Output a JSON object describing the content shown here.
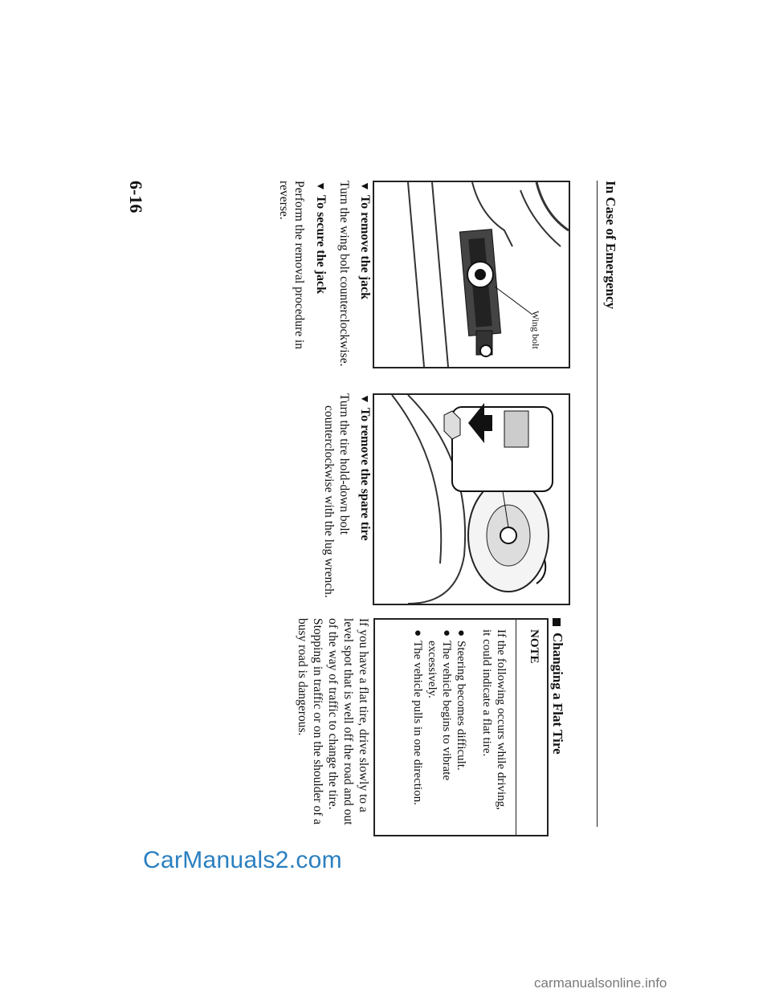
{
  "header": {
    "title": "In Case of Emergency"
  },
  "page_number": "6-16",
  "figures": {
    "jack": {
      "callout_label": "Wing bolt"
    },
    "spare_tire": {}
  },
  "sections": {
    "remove_jack": {
      "heading": "To remove the jack",
      "body": "Turn the wing bolt counterclockwise."
    },
    "secure_jack": {
      "heading": "To secure the jack",
      "body_line1": "Perform the removal procedure in",
      "body_line2": "reverse."
    },
    "remove_spare": {
      "heading": "To remove the spare tire",
      "body_line1": "Turn the tire hold-down bolt",
      "body_line2": "counterclockwise with the lug wrench."
    },
    "flat_tire": {
      "heading": "Changing a Flat Tire",
      "note_title": "NOTE",
      "note_intro_line1": "If the following occurs while driving,",
      "note_intro_line2": "it could indicate a flat tire.",
      "note_items": [
        "Steering becomes difficult.",
        "The vehicle begins to vibrate excessively.",
        "The vehicle pulls in one direction."
      ],
      "body_lines": [
        "If you have a flat tire, drive slowly to a",
        "level spot that is well off the road and out",
        "of the way of traffic to change the tire.",
        "Stopping in traffic or on the shoulder of a",
        "busy road is dangerous."
      ]
    }
  },
  "watermarks": {
    "main": "CarManuals2.com",
    "footer": "carmanualsonline.info"
  },
  "icons": {
    "triangle": "black-down-triangle",
    "square": "black-square"
  }
}
